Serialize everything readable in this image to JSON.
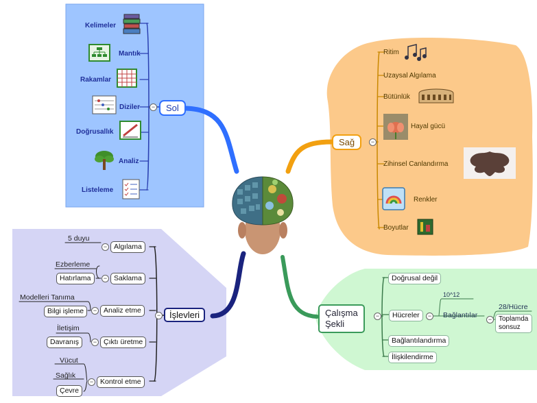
{
  "colors": {
    "sol": "#2f6fff",
    "sag": "#f2a010",
    "islevleri": "#1a237e",
    "calisma": "#3a9a5a",
    "sol_bg": "#9cc3ff",
    "sag_bg": "#fcc98a",
    "isl_bg": "#d3d3f4",
    "cal_bg": "#ccf6cf"
  },
  "sol": {
    "title": "Sol",
    "items": [
      {
        "label": "Kelimeler",
        "icon": "books-icon"
      },
      {
        "label": "Mantık",
        "icon": "org-chart-icon"
      },
      {
        "label": "Rakamlar",
        "icon": "spreadsheet-icon"
      },
      {
        "label": "Diziler",
        "icon": "abacus-icon"
      },
      {
        "label": "Doğrusallık",
        "icon": "pencil-ruler-icon"
      },
      {
        "label": "Analiz",
        "icon": "tree-icon"
      },
      {
        "label": "Listeleme",
        "icon": "checklist-icon"
      }
    ]
  },
  "sag": {
    "title": "Sağ",
    "items": [
      {
        "label": "Ritim",
        "icon": "music-notes-icon"
      },
      {
        "label": "Uzaysal Algılama",
        "icon": ""
      },
      {
        "label": "Bütünlük",
        "icon": "colosseum-icon"
      },
      {
        "label": "Hayal gücü",
        "icon": "lotus-icon"
      },
      {
        "label": "Zihinsel Canlandırma",
        "icon": "inkblot-icon"
      },
      {
        "label": "Renkler",
        "icon": "rainbow-icon"
      },
      {
        "label": "Boyutlar",
        "icon": "dimensions-icon"
      }
    ]
  },
  "islevleri": {
    "title": "İşlevleri",
    "groups": [
      {
        "label": "Algılama",
        "children": [
          "5 duyu"
        ]
      },
      {
        "label": "Saklama",
        "children": [
          "Ezberleme",
          "Hatırlama"
        ]
      },
      {
        "label": "Analiz etme",
        "children": [
          "Modelleri Tanıma",
          "Bilgi işleme"
        ]
      },
      {
        "label": "Çıktı üretme",
        "children": [
          "İletişim",
          "Davranış"
        ]
      },
      {
        "label": "Kontrol etme",
        "children": [
          "Vücut",
          "Sağlık",
          "Çevre"
        ]
      }
    ]
  },
  "calisma": {
    "title_line1": "Çalışma",
    "title_line2": "Şekli",
    "items": [
      {
        "label": "Doğrusal değil"
      },
      {
        "label": "Hücreler",
        "note": "10^12",
        "child": "Bağlantılar",
        "grandchildren": [
          "28/Hücre",
          "Toplamda sonsuz"
        ]
      },
      {
        "label": "Bağlantılandırma"
      },
      {
        "label": "İlişkilendirme"
      }
    ]
  }
}
